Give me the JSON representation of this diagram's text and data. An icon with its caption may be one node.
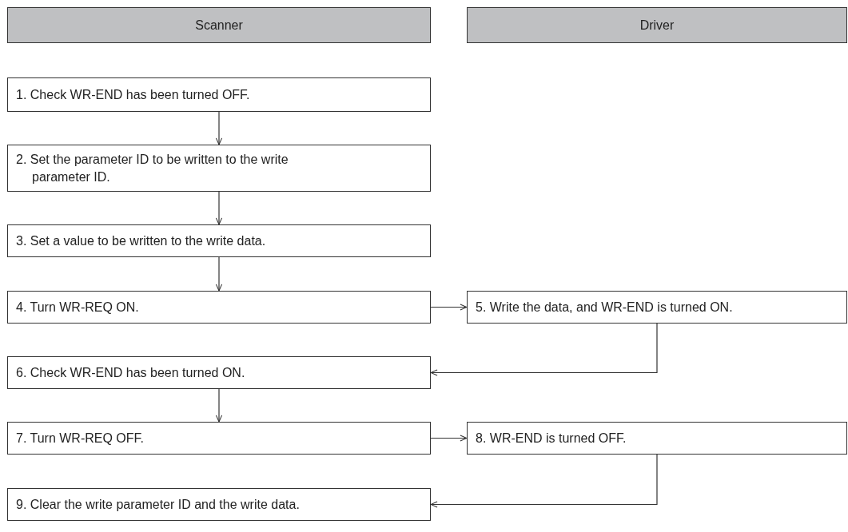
{
  "diagram": {
    "nodes": [
      {
        "text": [
          "Scanner"
        ]
      },
      {
        "text": [
          "Driver"
        ]
      },
      {
        "text": [
          "1. Check WR-END has been turned OFF."
        ]
      },
      {
        "text": [
          "2. Set the parameter ID to be written to the write parameter ID."
        ]
      },
      {
        "text": [
          "3. Set a value to be written to the write data."
        ]
      },
      {
        "text": [
          "4. Turn WR-REQ ON."
        ]
      },
      {
        "text": [
          "5. Write the data, and WR-END is turned ON."
        ]
      },
      {
        "text": [
          "6. Check WR-END has been turned ON."
        ]
      },
      {
        "text": [
          "7. Turn WR-REQ OFF."
        ]
      },
      {
        "text": [
          "8. WR-END is turned OFF."
        ]
      },
      {
        "text": [
          "9. Clear the write parameter ID and the write data."
        ]
      }
    ],
    "edges": [
      {
        "from": 2,
        "to": 3,
        "arrow": "to"
      },
      {
        "from": 3,
        "to": 4,
        "arrow": "to"
      },
      {
        "from": 4,
        "to": 5,
        "arrow": "to"
      },
      {
        "from": 5,
        "to": 6,
        "arrow": "to"
      },
      {
        "from": 6,
        "to": 7,
        "arrow": "to"
      },
      {
        "from": 7,
        "to": 8,
        "arrow": "to"
      },
      {
        "from": 8,
        "to": 9,
        "arrow": "to"
      },
      {
        "from": 9,
        "to": 10,
        "arrow": "to"
      }
    ]
  }
}
